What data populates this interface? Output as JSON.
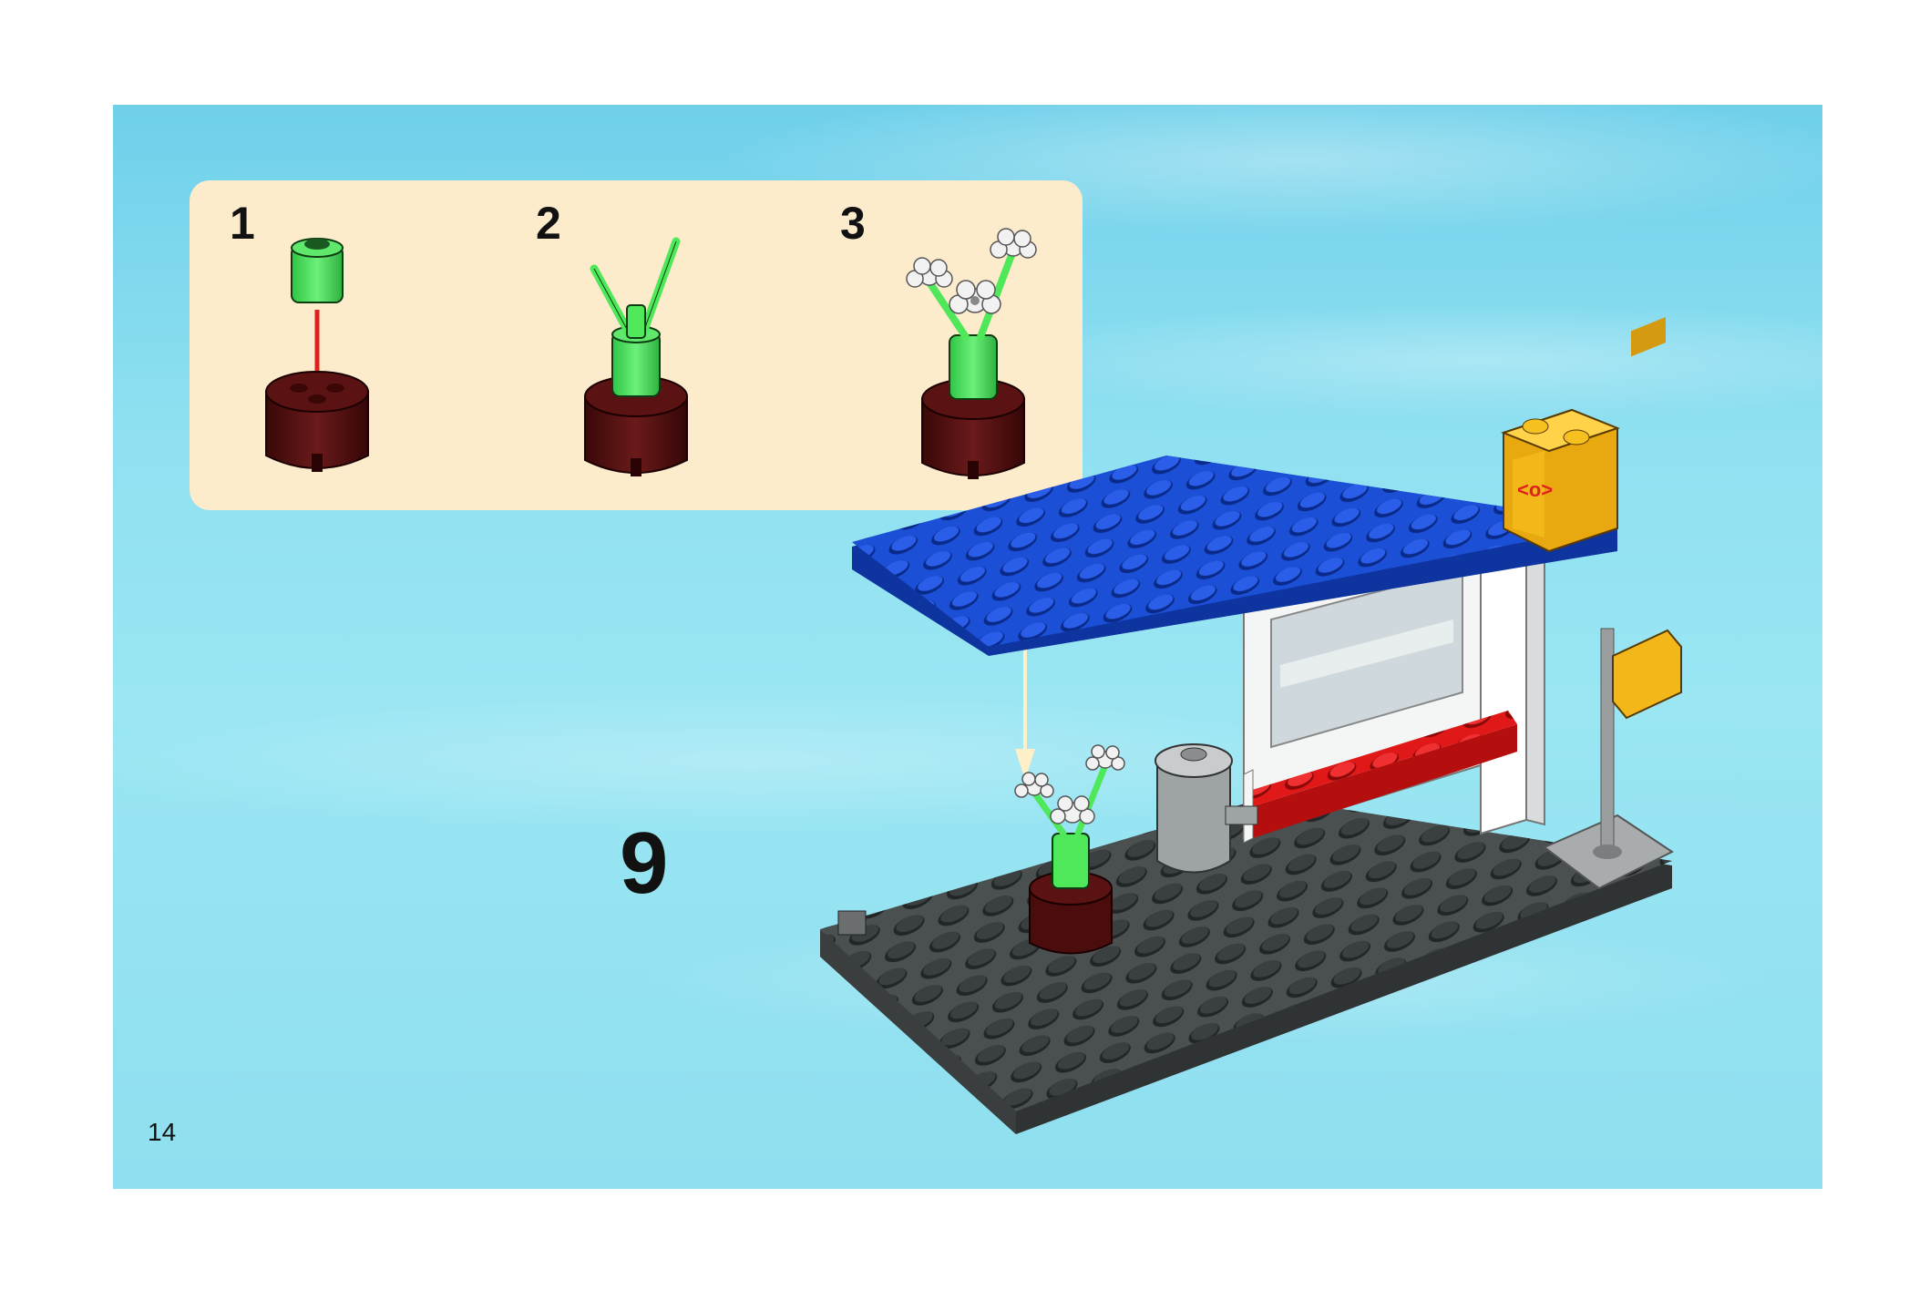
{
  "instruction": {
    "substeps": [
      {
        "number": "1"
      },
      {
        "number": "2"
      },
      {
        "number": "3"
      }
    ],
    "step_number": "9",
    "page_number": "14"
  },
  "colors": {
    "background_sky": "#8fe0f1",
    "callout_bg": "#fdeccc",
    "pot_dark_red": "#5a1010",
    "stem_green": "#4ee85a",
    "flower_white": "#f2f2f2",
    "roof_blue": "#1b4fd6",
    "bench_red": "#e01818",
    "sign_yellow": "#f2b81a",
    "baseplate_gray": "#4a4f4f",
    "arrow_red": "#e0201c",
    "guide_line": "#fff0c8"
  },
  "icons": {
    "substep_1": "green-round-brick-icon",
    "substep_2": "plant-stem-icon",
    "substep_3": "flower-pot-icon",
    "main": "bus-stop-model-icon"
  }
}
